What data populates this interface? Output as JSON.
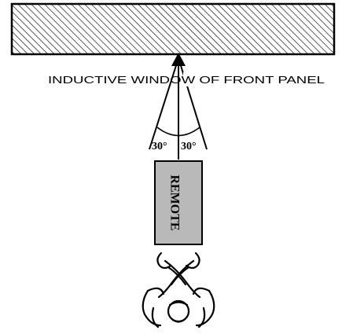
{
  "front_panel": {
    "caption": "INDUCTIVE WINDOW OF FRONT PANEL"
  },
  "angles": {
    "left": "30°",
    "right": "30°"
  },
  "remote": {
    "label": "REMOTE"
  },
  "colors": {
    "ink": "#000000",
    "remote_fill": "#b9b9b9",
    "background": "#ffffff"
  },
  "icons": {
    "person": "person-top-view-icon"
  }
}
